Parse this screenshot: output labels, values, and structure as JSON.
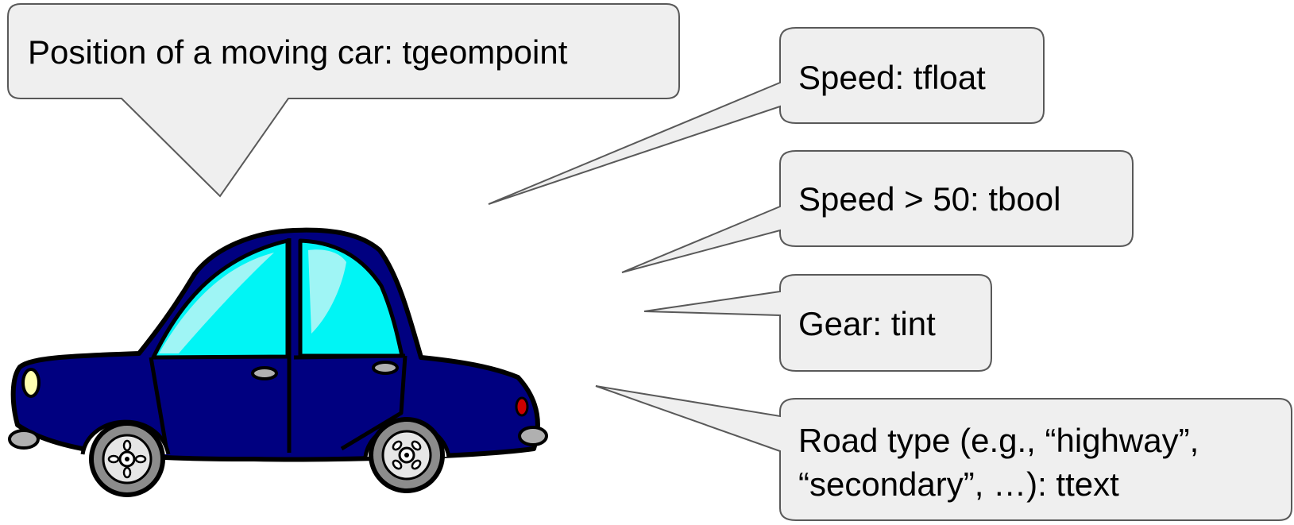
{
  "colors": {
    "callout_fill": "#efefef",
    "callout_stroke": "#595959",
    "car_body": "#000080",
    "car_window": "#00f5f5",
    "car_window_highlight": "#9ff5f5",
    "car_outline": "#000000",
    "headlight": "#ffffb0",
    "taillight": "#cc0000",
    "tire_gray": "#8c8c8c",
    "bumper_gray": "#b0b0b0"
  },
  "callouts": {
    "position": "Position of a moving car: tgeompoint",
    "speed": "Speed: tfloat",
    "speed_gt_50": "Speed > 50: tbool",
    "gear": "Gear: tint",
    "road_type": "Road type (e.g., “highway”,\n“secondary”, …): ttext"
  },
  "illustration": {
    "subject": "car-icon"
  }
}
